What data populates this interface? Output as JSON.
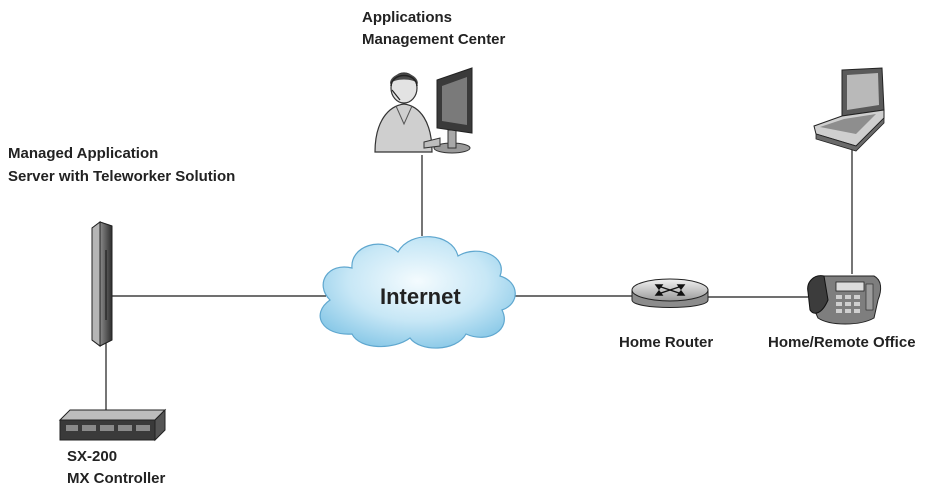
{
  "labels": {
    "amc_line1": "Applications",
    "amc_line2": "Management Center",
    "mas_line1": "Managed Application",
    "mas_line2": "Server with Teleworker Solution",
    "internet": "Internet",
    "home_router": "Home Router",
    "home_office": "Home/Remote Office",
    "sx_line1": "SX-200",
    "sx_line2": "MX Controller"
  },
  "icons": {
    "operator": "operator-at-monitor-icon",
    "server": "tower-server-icon",
    "controller": "rack-controller-icon",
    "cloud": "internet-cloud-icon",
    "router": "router-icon",
    "laptop": "laptop-icon",
    "phone": "desk-phone-icon"
  },
  "colors": {
    "line": "#1a1a1a",
    "cloud_light": "#eef8fd",
    "cloud_dark": "#8dcbe8",
    "device_gray": "#b8b8b8",
    "device_dark": "#3a3a3a",
    "text": "#222222"
  }
}
